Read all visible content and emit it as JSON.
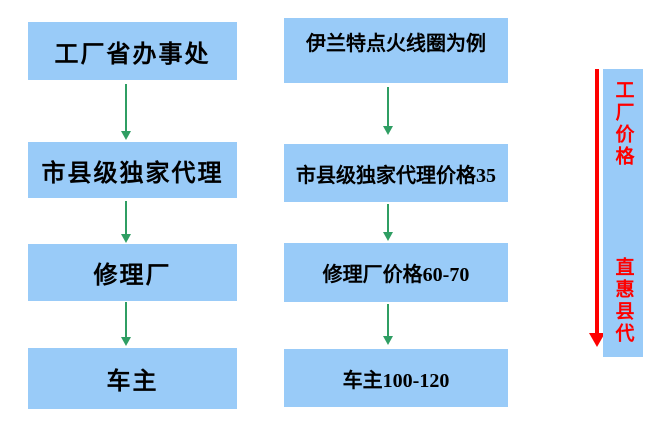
{
  "colors": {
    "box_fill": "#99CBF8",
    "arrow_green": "#2F9E63",
    "accent_red": "#FE0000",
    "text": "#000000"
  },
  "left_column": {
    "boxes": [
      {
        "label": "工厂省办事处"
      },
      {
        "label": "市县级独家代理"
      },
      {
        "label": "修理厂"
      },
      {
        "label": "车主"
      }
    ]
  },
  "right_column": {
    "boxes": [
      {
        "label": "伊兰特点火线圈为例"
      },
      {
        "label": "市县级独家代理价格35"
      },
      {
        "label": "修理厂价格60-70"
      },
      {
        "label": "车主100-120"
      }
    ]
  },
  "sidebar": {
    "top_label": "工厂价格",
    "bottom_label": "直惠县代"
  }
}
